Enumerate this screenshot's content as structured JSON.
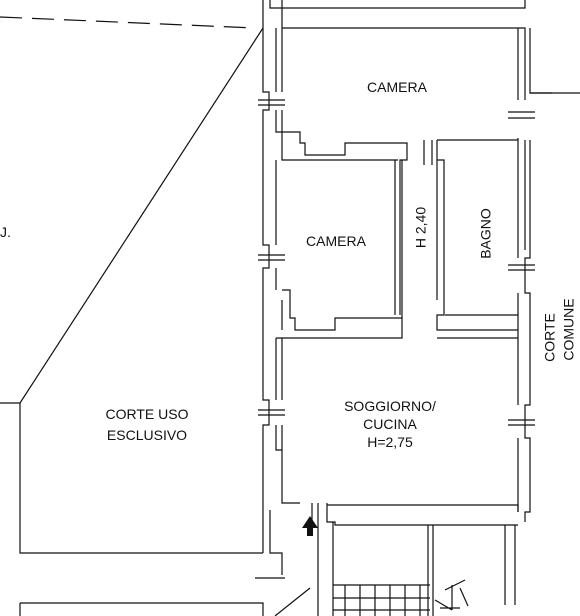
{
  "rooms": {
    "camera_top": "CAMERA",
    "camera_mid": "CAMERA",
    "bagno": "BAGNO",
    "h_corridor": "H 2,40",
    "soggiorno_1": "SOGGIORNO/",
    "soggiorno_2": "CUCINA",
    "soggiorno_3": "H=2,75"
  },
  "outside": {
    "corte_uso_1": "CORTE USO",
    "corte_uso_2": "ESCLUSIVO",
    "corte_comune_1": "CORTE",
    "corte_comune_2": "COMUNE",
    "edge_fragment": "J."
  },
  "colors": {
    "line": "#111111",
    "background": "#ffffff"
  }
}
